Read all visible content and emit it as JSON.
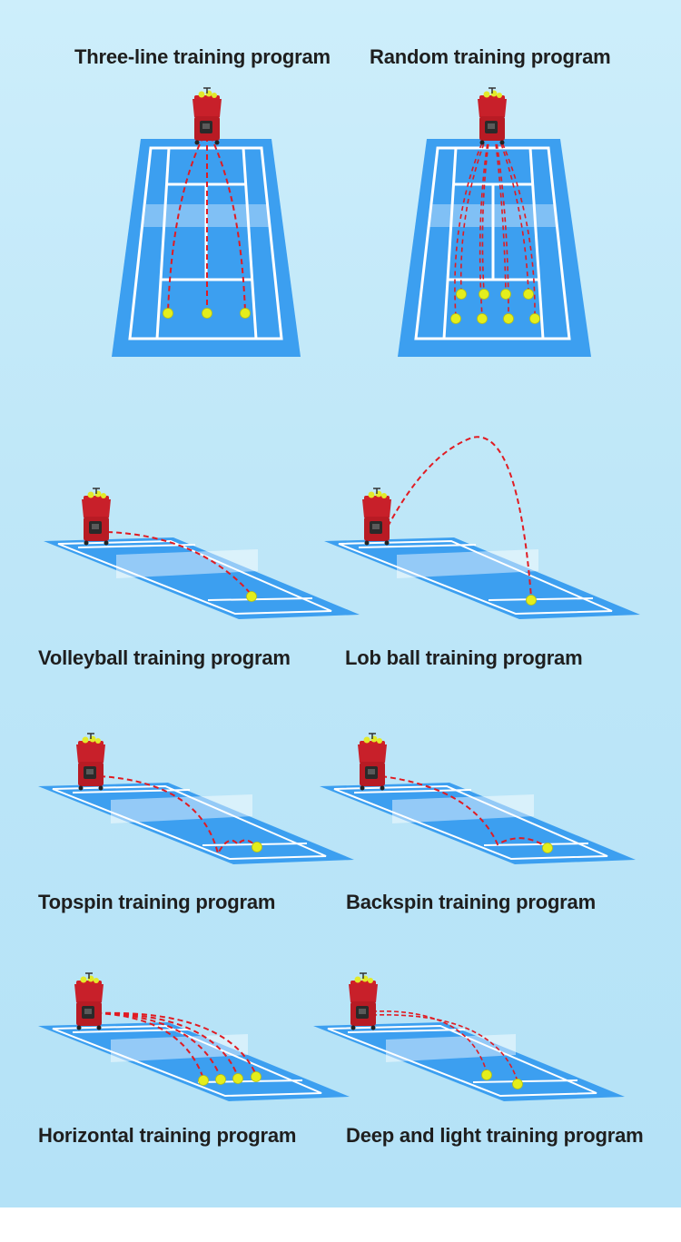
{
  "programs": [
    {
      "label": "Three-line training program"
    },
    {
      "label": "Random training program"
    },
    {
      "label": "Volleyball training program"
    },
    {
      "label": "Lob ball training program"
    },
    {
      "label": "Topspin training program"
    },
    {
      "label": "Backspin training program"
    },
    {
      "label": "Horizontal training program"
    },
    {
      "label": "Deep and light training program"
    }
  ],
  "colors": {
    "background": "#c3e9f9",
    "court": "#3c9ff0",
    "court_inner": "#2f8fe4",
    "line": "#ffffff",
    "trajectory": "#e11b22",
    "ball": "#e4ee1c",
    "machine": "#c8202a"
  },
  "icons": [
    "ball-machine-icon",
    "tennis-ball-icon",
    "tennis-court-icon"
  ]
}
